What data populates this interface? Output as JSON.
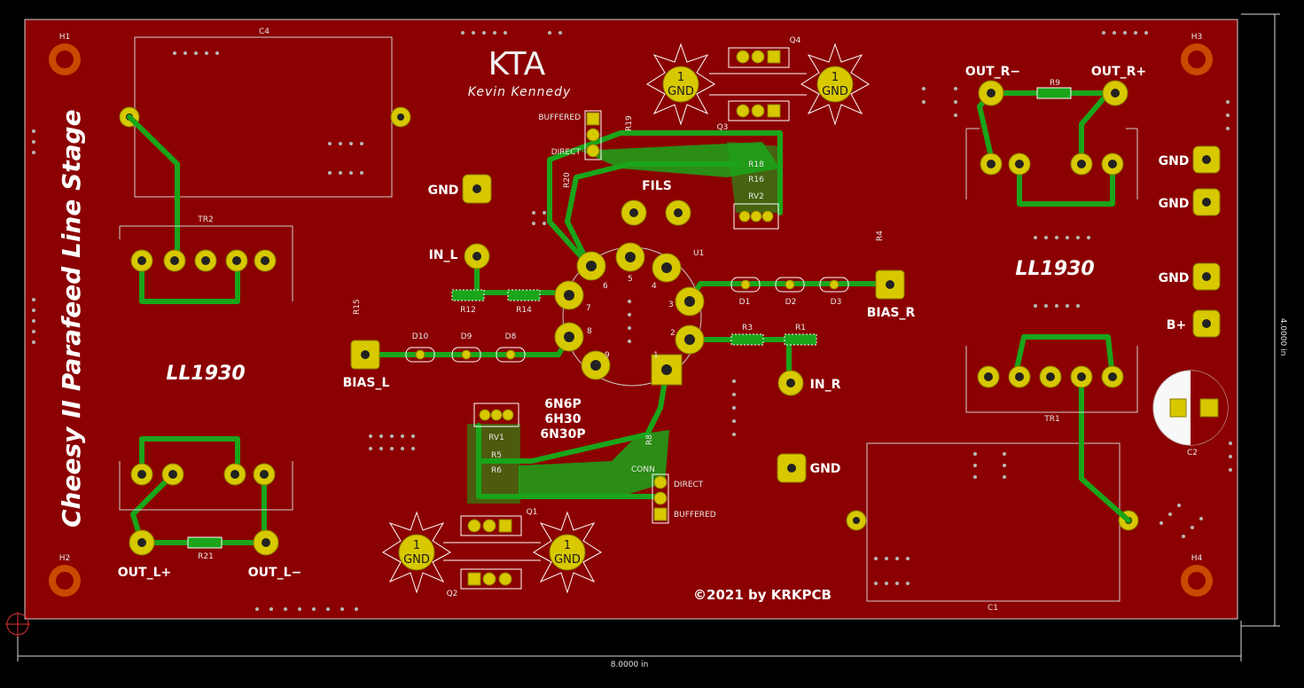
{
  "board": {
    "title_vertical": "Cheesy II Parafeed Line Stage",
    "logo": "KTA",
    "designer": "Kevin Kennedy",
    "copyright": "©2021 by KRKPCB",
    "transformer_label_left": "LL1930",
    "transformer_label_right": "LL1930",
    "tube_types": [
      "6N6P",
      "6H30",
      "6N30P"
    ],
    "colors": {
      "board": "#8b0000",
      "copper": "#1aa51a",
      "pad": "#d8c800"
    }
  },
  "dimensions": {
    "width": "8.0000 in",
    "height": "4.0000 in"
  },
  "labels": {
    "gnd": "GND",
    "in_l": "IN_L",
    "in_r": "IN_R",
    "bias_l": "BIAS_L",
    "bias_r": "BIAS_R",
    "fils": "FILS",
    "out_r_minus": "OUT_R−",
    "out_r_plus": "OUT_R+",
    "out_l_plus": "OUT_L+",
    "out_l_minus": "OUT_L−",
    "b_plus": "B+",
    "buffered": "BUFFERED",
    "direct": "DIRECT",
    "conn": "CONN",
    "pad_one": "1"
  },
  "refs": {
    "h1": "H1",
    "h2": "H2",
    "h3": "H3",
    "h4": "H4",
    "c1": "C1",
    "c2": "C2",
    "c4": "C4",
    "tr1": "TR1",
    "tr2": "TR2",
    "u1": "U1",
    "q1": "Q1",
    "q2": "Q2",
    "q3": "Q3",
    "q4": "Q4",
    "rv1": "RV1",
    "rv2": "RV2",
    "r1": "R1",
    "r3": "R3",
    "r4": "R4",
    "r5": "R5",
    "r6": "R6",
    "r8": "R8",
    "r9": "R9",
    "r12": "R12",
    "r14": "R14",
    "r15": "R15",
    "r16": "R16",
    "r18": "R18",
    "r19": "R19",
    "r20": "R20",
    "r21": "R21",
    "d1": "D1",
    "d2": "D2",
    "d3": "D3",
    "d8": "D8",
    "d9": "D9",
    "d10": "D10",
    "u1_pins": [
      "1",
      "2",
      "3",
      "4",
      "5",
      "6",
      "7",
      "8",
      "9"
    ]
  }
}
